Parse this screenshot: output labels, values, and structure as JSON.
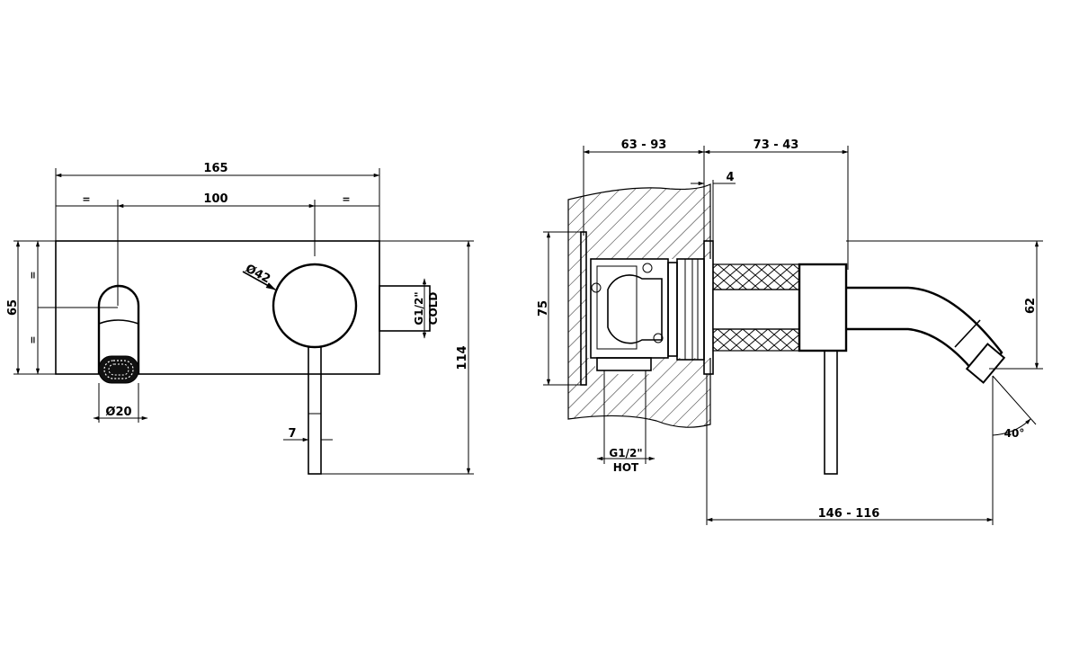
{
  "front_view": {
    "overall_width": "165",
    "center_distance": "100",
    "equal_mark": "=",
    "plate_height": "65",
    "overall_height": "114",
    "handle_diameter": "Ø42",
    "spout_diameter": "Ø20",
    "lever_width": "7",
    "cold_thread": "G1/2\"",
    "cold_label": "COLD"
  },
  "side_view": {
    "wall_depth": "63 - 93",
    "projection": "73 - 43",
    "plate_thickness": "4",
    "body_height": "75",
    "spout_height": "62",
    "angle": "40°",
    "spout_reach": "146 - 116",
    "hot_thread": "G1/2\"",
    "hot_label": "HOT"
  }
}
